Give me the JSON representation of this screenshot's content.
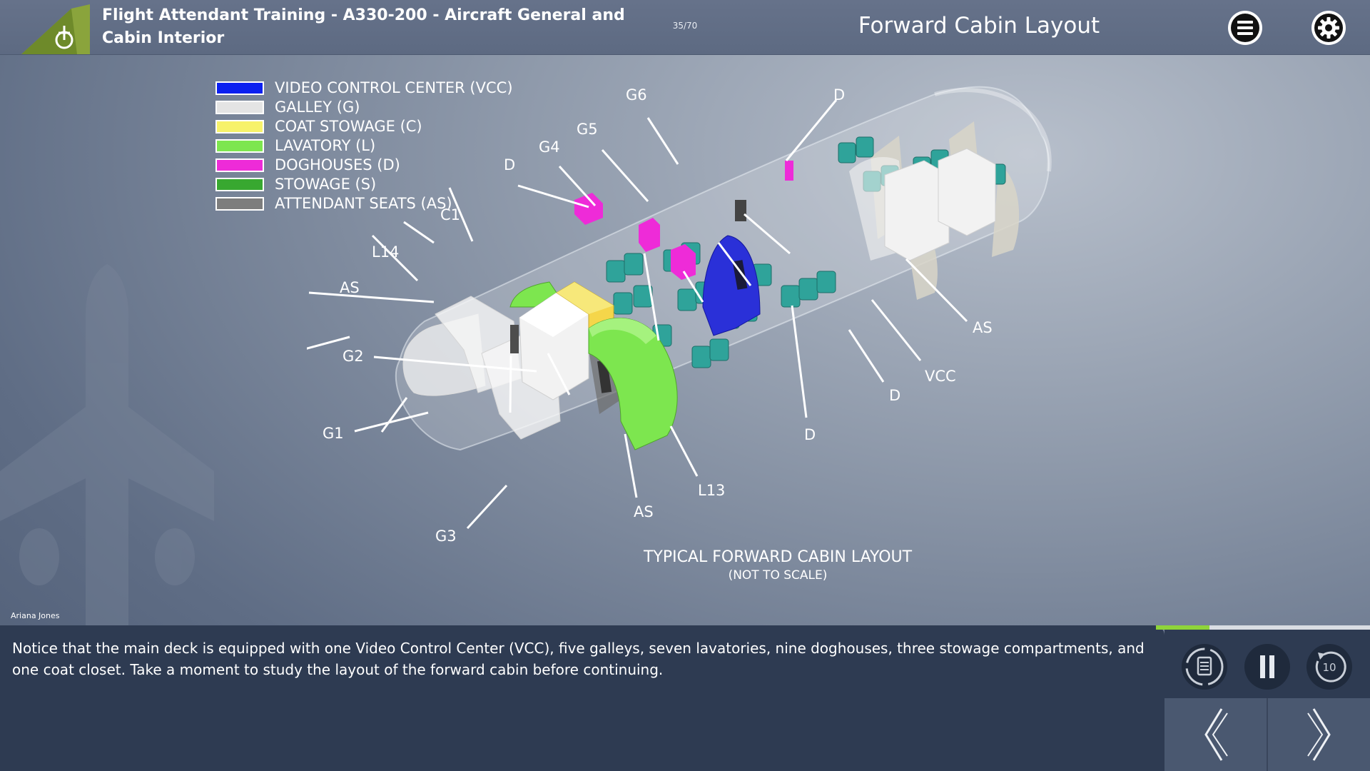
{
  "header": {
    "course_title": "Flight Attendant Training - A330-200 - Aircraft General and Cabin Interior",
    "page_counter": "35/70",
    "screen_title": "Forward Cabin Layout"
  },
  "icons": {
    "logo": "airplane-power-logo-icon",
    "menu": "menu-list-icon",
    "settings": "gear-icon",
    "transcript": "transcript-replay-icon",
    "pause": "pause-icon",
    "rewind": "rewind-10-icon",
    "prev": "chevron-left-icon",
    "next": "chevron-right-icon"
  },
  "colors": {
    "vcc": "#0a1ff0",
    "galley": "#e4e4e4",
    "coat": "#f7f26a",
    "lavatory": "#7de64f",
    "doghouse": "#ee2bd8",
    "stowage": "#38a830",
    "attendant_seat": "#7d7d7d",
    "progress": "#8fd43a"
  },
  "legend": [
    {
      "label": "VIDEO CONTROL CENTER (VCC)",
      "color": "#0a1ff0"
    },
    {
      "label": "GALLEY (G)",
      "color": "#e4e4e4"
    },
    {
      "label": "COAT STOWAGE (C)",
      "color": "#f7f26a"
    },
    {
      "label": "LAVATORY (L)",
      "color": "#7de64f"
    },
    {
      "label": "DOGHOUSES (D)",
      "color": "#ee2bd8"
    },
    {
      "label": "STOWAGE (S)",
      "color": "#38a830"
    },
    {
      "label": "ATTENDANT SEATS (AS)",
      "color": "#7d7d7d"
    }
  ],
  "callouts": {
    "g6": "G6",
    "d_top_right": "D",
    "g5": "G5",
    "g4": "G4",
    "d_top": "D",
    "c1": "C1",
    "l14": "L14",
    "as_left": "AS",
    "g2": "G2",
    "g1": "G1",
    "g3": "G3",
    "as_bottom": "AS",
    "l13": "L13",
    "d_bottom": "D",
    "d_mid": "D",
    "vcc": "VCC",
    "as_right": "AS"
  },
  "diagram": {
    "caption": "TYPICAL FORWARD CABIN LAYOUT",
    "subcaption": "(NOT TO SCALE)"
  },
  "author": "Ariana Jones",
  "narration": "Notice that the main deck is equipped with one Video Control Center (VCC), five galleys, seven lavatories, nine doghouses, three stowage compartments, and one coat closet. Take a moment to study the layout of the forward cabin before continuing.",
  "controls": {
    "rewind_seconds": "10",
    "progress_percent": 25
  }
}
